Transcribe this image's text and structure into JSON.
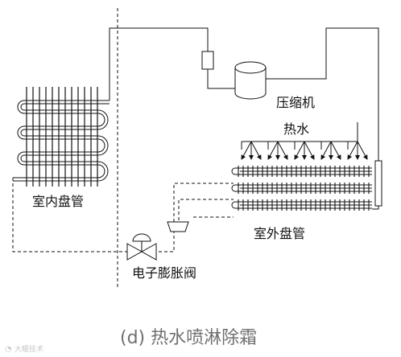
{
  "labels": {
    "compressor": "压缩机",
    "hot_water": "热水",
    "indoor_coil": "室内盘管",
    "outdoor_coil": "室外盘管",
    "expansion_valve": "电子膨胀阀"
  },
  "caption": "(d) 热水喷淋除霜",
  "watermark": "大暖技术",
  "colors": {
    "line": "#111111",
    "caption": "#6f6f6f",
    "watermark": "#c8c8c8"
  }
}
